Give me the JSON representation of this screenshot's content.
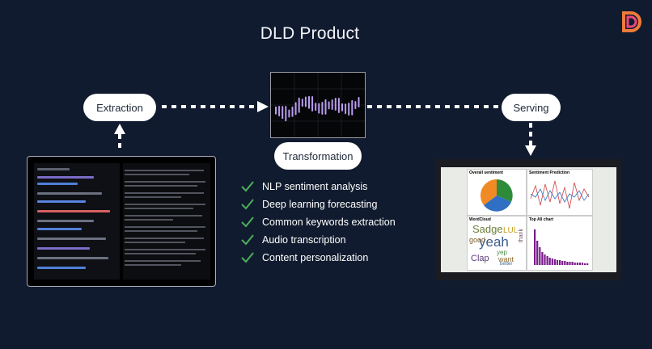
{
  "title": "DLD Product",
  "nodes": {
    "extraction": "Extraction",
    "transformation": "Transformation",
    "serving": "Serving"
  },
  "features": [
    "NLP sentiment analysis",
    "Deep learning forecasting",
    "Common keywords extraction",
    "Audio transcription",
    "Content personalization"
  ],
  "dashboard": {
    "panels": [
      "Overall sentiment",
      "Sentiment Prediction",
      "WordCloud",
      "Top All chart"
    ],
    "wordcloud_words": [
      "Sadge",
      "yeah",
      "good",
      "LUL",
      "yep",
      "Clap",
      "want",
      "better",
      "thank"
    ]
  },
  "colors": {
    "background": "#111b2f",
    "accent_orange": "#f07a3a",
    "accent_pink": "#e9487a",
    "check_green": "#4cb05a",
    "signal_purple": "#b99cf0"
  }
}
